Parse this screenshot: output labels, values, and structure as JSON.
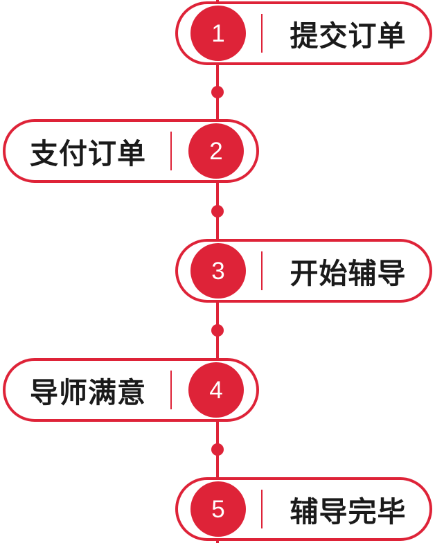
{
  "theme": {
    "accent": "#de2338",
    "label_color": "#1a1a1a",
    "number_color": "#ffffff",
    "background": "#ffffff"
  },
  "flow": {
    "orientation": "vertical",
    "steps": [
      {
        "number": "1",
        "label": "提交订单",
        "side": "right"
      },
      {
        "number": "2",
        "label": "支付订单",
        "side": "left"
      },
      {
        "number": "3",
        "label": "开始辅导",
        "side": "right"
      },
      {
        "number": "4",
        "label": "导师满意",
        "side": "left"
      },
      {
        "number": "5",
        "label": "辅导完毕",
        "side": "right"
      }
    ],
    "connector_count": 4
  }
}
